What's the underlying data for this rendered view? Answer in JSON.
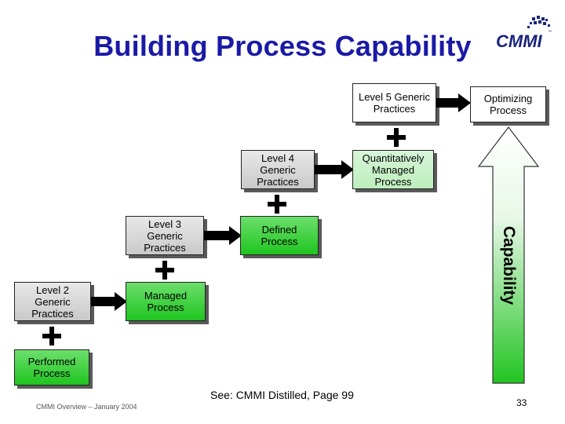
{
  "title": "Building Process Capability",
  "logo": {
    "text": "CMMI",
    "tm": "™"
  },
  "practices": {
    "level5": "Level 5 Generic Practices",
    "level4": "Level 4 Generic Practices",
    "level3": "Level 3 Generic Practices",
    "level2": "Level 2 Generic Practices"
  },
  "processes": {
    "optimizing": "Optimizing Process",
    "quantitative": "Quantitatively Managed Process",
    "defined": "Defined Process",
    "managed": "Managed Process",
    "performed": "Performed Process"
  },
  "capability_label": "Capability",
  "reference": "See: CMMI Distilled, Page 99",
  "footer": "CMMI Overview – January 2004",
  "page_number": "33",
  "colors": {
    "title": "#1a1aa6",
    "green": "#22c822",
    "light_green": "#c8f0c8",
    "gray": "#d5d5d5",
    "logo_blue": "#1a237e"
  }
}
